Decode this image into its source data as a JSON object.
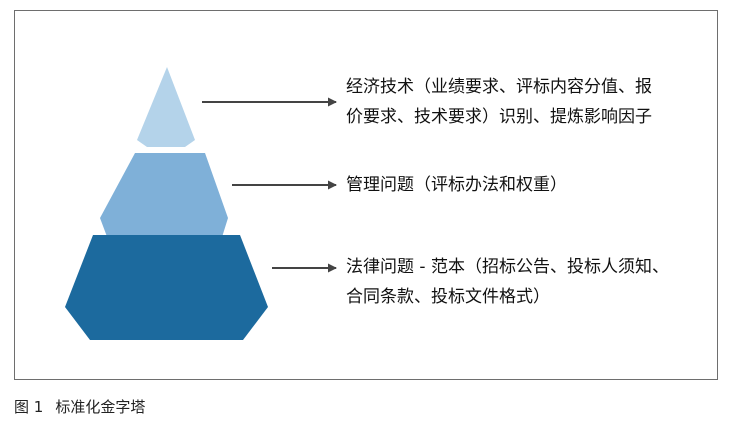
{
  "levels": [
    {
      "lines": [
        "经济技术（业绩要求、评标内容分值、报",
        "价要求、技术要求）识别、提炼影响因子"
      ],
      "color": "#b4d3ea"
    },
    {
      "lines": [
        "管理问题（评标办法和权重）"
      ],
      "color": "#7fb0d8"
    },
    {
      "lines": [
        "法律问题 - 范本（招标公告、投标人须知、",
        "合同条款、投标文件格式）"
      ],
      "color": "#1c6a9e"
    }
  ],
  "caption": {
    "number": "图 1",
    "title": "标准化金字塔"
  }
}
